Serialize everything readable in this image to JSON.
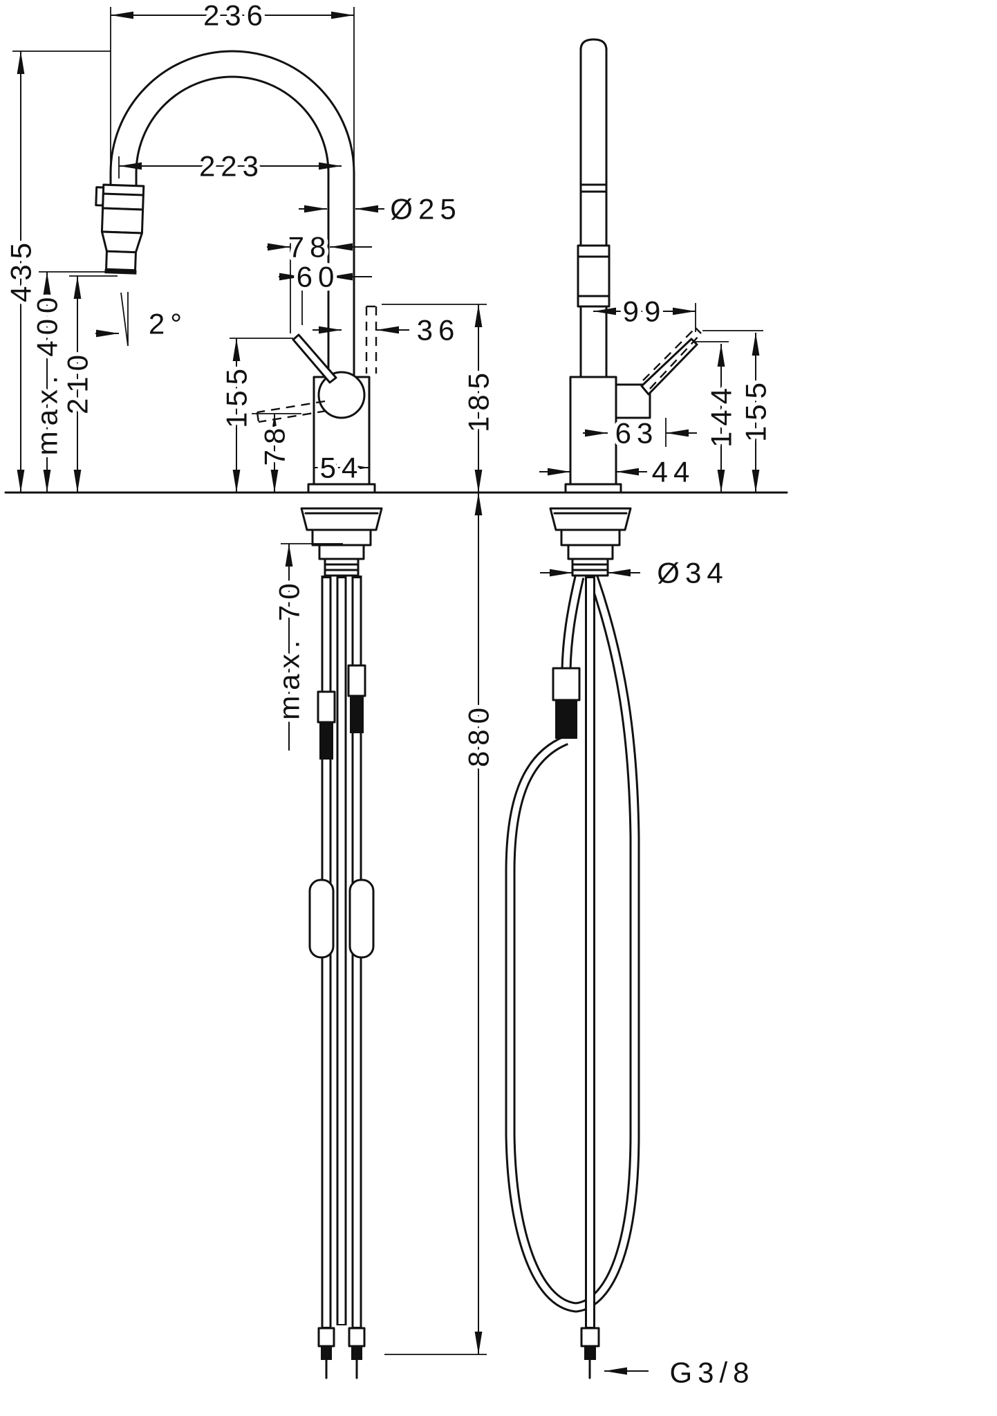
{
  "page": {
    "background_color": "#ffffff",
    "ink_color": "#111111",
    "description_labels": {
      "drawing_type": "faucet dimensional drawing, front and side views"
    }
  },
  "front_view": {
    "d236": "236",
    "d223": "223",
    "d25": "Ø25",
    "d78_top": "78",
    "d60": "60",
    "d36": "36",
    "d435": "435",
    "dmax400": "max. 400",
    "d210": "210",
    "dangle": "2°",
    "d155": "155",
    "d78_side": "78",
    "d54": "54",
    "d185": "185",
    "dmax70": "max. 70",
    "d880": "880"
  },
  "side_view": {
    "d99": "99",
    "d63": "63",
    "d144": "144",
    "d155": "155",
    "d44": "44",
    "d34": "Ø34",
    "g_thread": "G3/8"
  }
}
